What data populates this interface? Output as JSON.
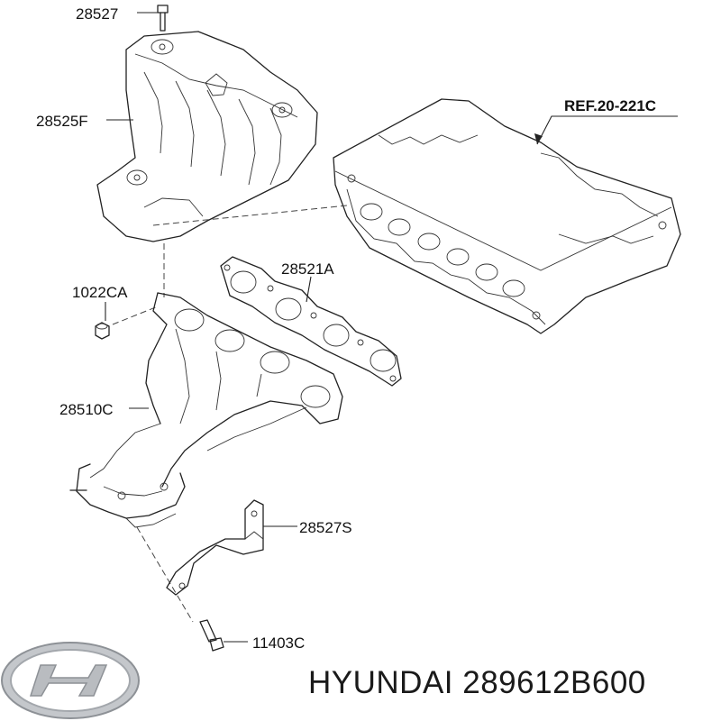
{
  "labels": {
    "bolt_top": "28527",
    "heat_shield": "28525F",
    "reference": "REF.20-221C",
    "gasket": "28521A",
    "nut": "1022CA",
    "manifold": "28510C",
    "bracket": "28527S",
    "bolt_bottom": "11403C"
  },
  "brand": {
    "caption": "HYUNDAI 289612B600",
    "logo_icon": "hyundai-logo-icon",
    "logo_color": "#b9bcc0"
  },
  "colors": {
    "line": "#222222",
    "background": "#ffffff"
  }
}
